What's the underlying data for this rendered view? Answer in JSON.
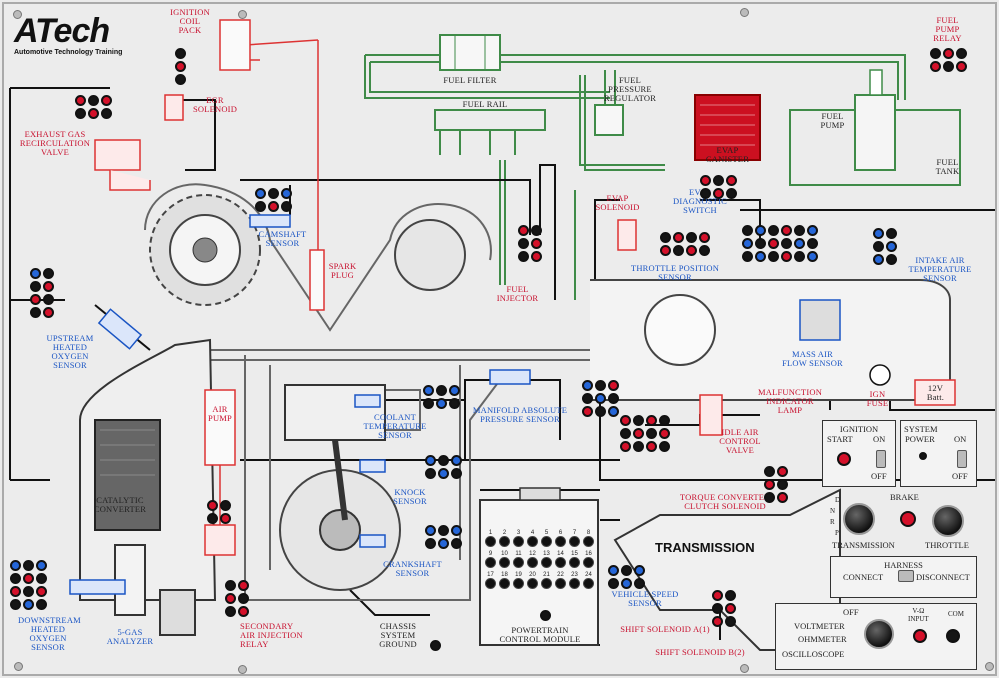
{
  "brand": {
    "name": "ATech",
    "tagline": "Automotive Technology Training"
  },
  "labels": {
    "ignition_coil_pack": "IGNITION\nCOIL\nPACK",
    "egr_solenoid": "EGR\nSOLENOID",
    "egr_valve": "EXHAUST GAS\nRECIRCULATION\nVALVE",
    "fuel_filter": "FUEL FILTER",
    "fuel_rail": "FUEL RAIL",
    "fuel_pressure_regulator": "FUEL\nPRESSURE\nREGULATOR",
    "evap_canister": "EVAP\nCANISTER",
    "fuel_pump_relay": "FUEL\nPUMP\nRELAY",
    "fuel_pump": "FUEL\nPUMP",
    "fuel_tank": "FUEL\nTANK",
    "camshaft_sensor": "CAMSHAFT\nSENSOR",
    "spark_plug": "SPARK\nPLUG",
    "evap_solenoid": "EVAP\nSOLENOID",
    "evap_diagnostic_switch": "EVAP\nDIAGNOSTIC\nSWITCH",
    "fuel_injector": "FUEL\nINJECTOR",
    "throttle_position_sensor": "THROTTLE POSITION\nSENSOR",
    "intake_air_temp_sensor": "INTAKE AIR\nTEMPERATURE\nSENSOR",
    "upstream_o2": "UPSTREAM\nHEATED\nOXYGEN\nSENSOR",
    "mass_air_flow": "MASS AIR\nFLOW SENSOR",
    "ign_fuse": "IGN\nFUSE",
    "battery": "12V\nBatt.",
    "mil": "MALFUNCTION\nINDICATOR\nLAMP",
    "air_pump": "AIR\nPUMP",
    "coolant_temp": "COOLANT\nTEMPERATURE\nSENSOR",
    "map_sensor": "MANIFOLD ABSOLUTE\nPRESSURE SENSOR",
    "idle_air_control": "IDLE AIR\nCONTROL\nVALVE",
    "catalytic_converter": "CATALYTIC\nCONVERTER",
    "knock_sensor": "KNOCK\nSENSOR",
    "torque_converter": "TORQUE CONVERTER\nCLUTCH SOLENOID",
    "crankshaft_sensor": "CRANKSHAFT\nSENSOR",
    "pcm": "POWERTRAIN\nCONTROL MODULE",
    "transmission": "TRANSMISSION",
    "vehicle_speed": "VEHICLE SPEED\nSENSOR",
    "downstream_o2": "DOWNSTREAM\nHEATED\nOXYGEN\nSENSOR",
    "gas_analyzer": "5-GAS\nANALYZER",
    "secondary_air": "SECONDARY\nAIR INJECTION\nRELAY",
    "chassis_ground": "CHASSIS\nSYSTEM\nGROUND",
    "shift_a": "SHIFT SOLENOID A(1)",
    "shift_b": "SHIFT SOLENOID B(2)"
  },
  "controls": {
    "ignition": {
      "title": "IGNITION",
      "start": "START",
      "on": "ON",
      "off": "OFF"
    },
    "system": {
      "title": "SYSTEM",
      "power": "POWER",
      "on": "ON",
      "off": "OFF"
    },
    "brake": "BRAKE",
    "gear_letters": [
      "D",
      "N",
      "R",
      "P"
    ],
    "transmission_knob": "TRANSMISSION",
    "throttle_knob": "THROTTLE",
    "harness": {
      "title": "HARNESS",
      "connect": "CONNECT",
      "disconnect": "DISCONNECT"
    },
    "meter": {
      "off": "OFF",
      "voltmeter": "VOLTMETER",
      "ohmmeter": "OHMMETER",
      "oscilloscope": "OSCILLOSCOPE",
      "input": "V-Ω\nINPUT",
      "com": "COM"
    }
  },
  "pcm_pins": [
    "1",
    "2",
    "3",
    "4",
    "5",
    "6",
    "7",
    "8",
    "9",
    "10",
    "11",
    "12",
    "13",
    "14",
    "15",
    "16",
    "17",
    "18",
    "19",
    "20",
    "21",
    "22",
    "23",
    "24"
  ],
  "colors": {
    "signal_red": "#c8102e",
    "sensor_blue": "#1a55c4",
    "fuel_green": "#2e7a3a",
    "wire_black": "#111111"
  }
}
